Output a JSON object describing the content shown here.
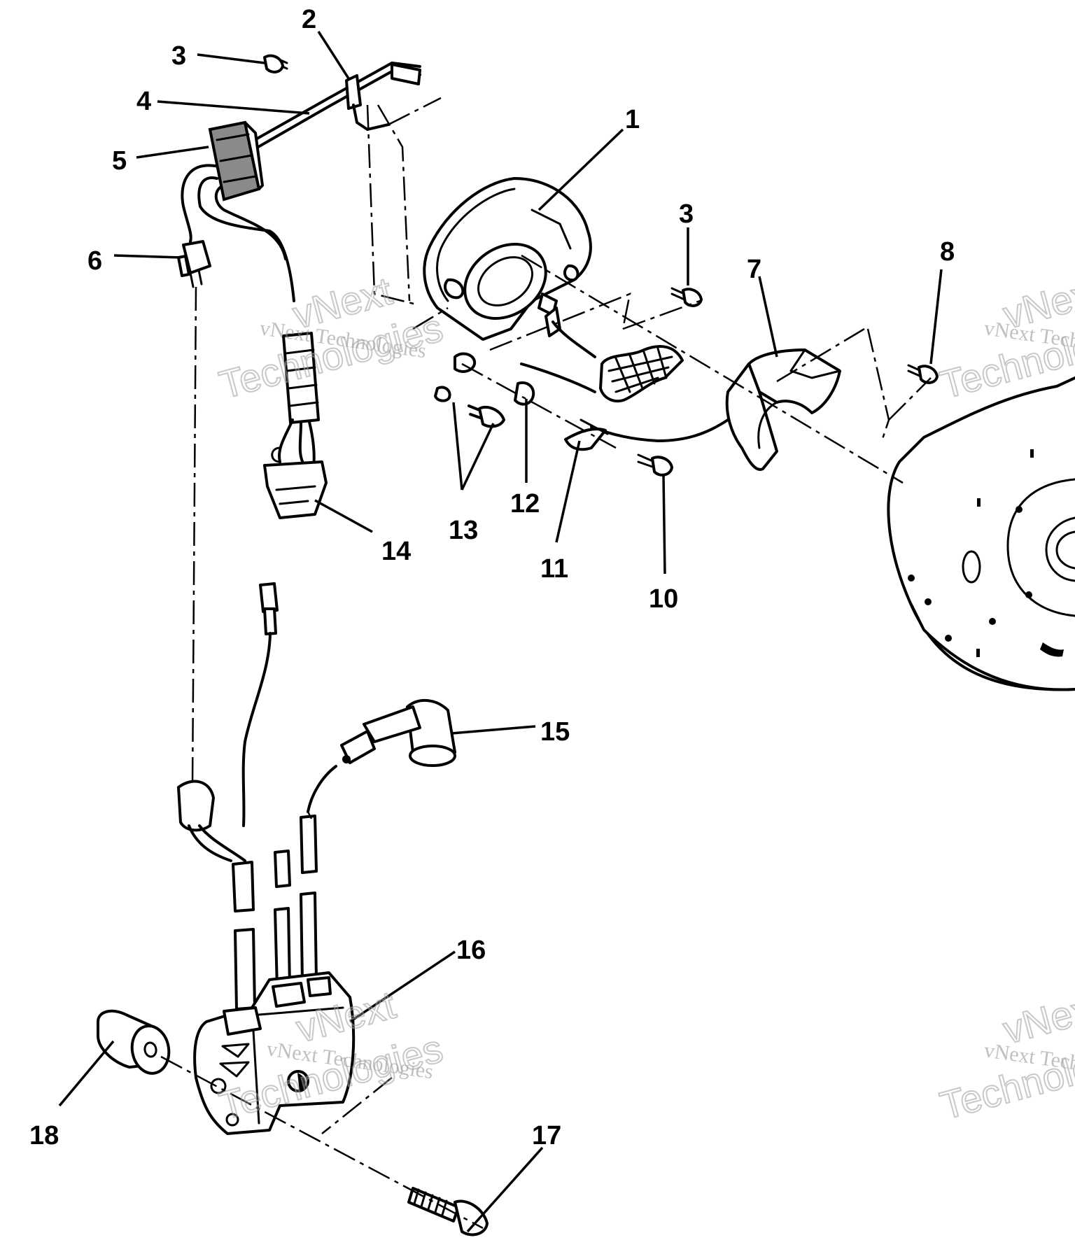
{
  "diagram": {
    "callouts": [
      {
        "id": "c1",
        "label": "1"
      },
      {
        "id": "c2",
        "label": "2"
      },
      {
        "id": "c3a",
        "label": "3"
      },
      {
        "id": "c3b",
        "label": "3"
      },
      {
        "id": "c4",
        "label": "4"
      },
      {
        "id": "c5",
        "label": "5"
      },
      {
        "id": "c6",
        "label": "6"
      },
      {
        "id": "c7",
        "label": "7"
      },
      {
        "id": "c8",
        "label": "8"
      },
      {
        "id": "c10",
        "label": "10"
      },
      {
        "id": "c11",
        "label": "11"
      },
      {
        "id": "c12",
        "label": "12"
      },
      {
        "id": "c13",
        "label": "13"
      },
      {
        "id": "c14",
        "label": "14"
      },
      {
        "id": "c15",
        "label": "15"
      },
      {
        "id": "c16",
        "label": "16"
      },
      {
        "id": "c17",
        "label": "17"
      },
      {
        "id": "c18",
        "label": "18"
      }
    ]
  },
  "watermark": {
    "line1": "vNext Technologies",
    "line2": "vNext",
    "line3": "Technologies"
  },
  "colors": {
    "ink": "#000000",
    "paper": "#ffffff",
    "watermark": "#8c8c8c"
  }
}
